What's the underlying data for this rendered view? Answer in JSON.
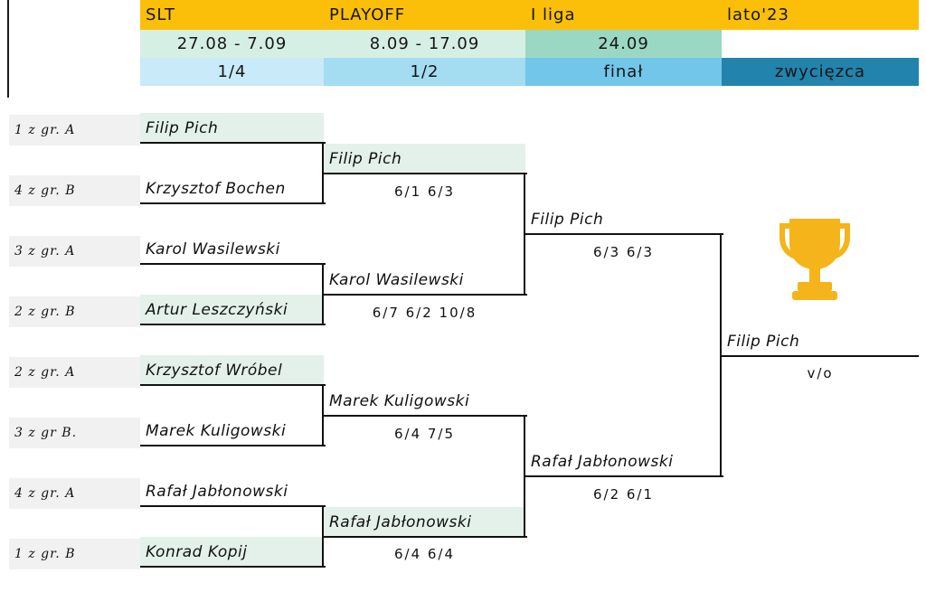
{
  "header": {
    "row1": [
      "SLT",
      "PLAYOFF",
      "I liga",
      "lato'23"
    ],
    "row2": [
      "27.08 - 7.09",
      "8.09 - 17.09",
      "24.09",
      ""
    ],
    "row3": [
      "1/4",
      "1/2",
      "finał",
      "zwycięzca"
    ]
  },
  "colors": {
    "yellow": "#fbbf0a",
    "green_light": "#d6efe4",
    "green_mid": "#9ad8c3",
    "blue_light": "#c9eaf8",
    "blue_mid": "#a4dcf1",
    "blue_dark": "#2283ad",
    "row_highlight": "#e3f1ea",
    "trophy": "#f4b41a"
  },
  "seeds": [
    "1 z gr. A",
    "4 z gr. B",
    "3 z gr. A",
    "2 z gr. B",
    "2 z gr. A",
    "3 z gr B.",
    "4 z gr. A",
    "1 z gr. B"
  ],
  "quarterfinals": [
    "Filip Pich",
    "Krzysztof Bochen",
    "Karol Wasilewski",
    "Artur Leszczyński",
    "Krzysztof Wróbel",
    "Marek Kuligowski",
    "Rafał Jabłonowski",
    "Konrad Kopij"
  ],
  "semifinals": [
    {
      "winner": "Filip Pich",
      "score": "6/1 6/3"
    },
    {
      "winner": "Karol Wasilewski",
      "score": "6/7 6/2 10/8"
    },
    {
      "winner": "Marek Kuligowski",
      "score": "6/4 7/5"
    },
    {
      "winner": "Rafał Jabłonowski",
      "score": "6/4 6/4"
    }
  ],
  "finals": [
    {
      "winner": "Filip Pich",
      "score": "6/3 6/3"
    },
    {
      "winner": "Rafał Jabłonowski",
      "score": "6/2 6/1"
    }
  ],
  "champion": {
    "winner": "Filip Pich",
    "score": "v/o"
  },
  "trophy_icon": "trophy-icon"
}
